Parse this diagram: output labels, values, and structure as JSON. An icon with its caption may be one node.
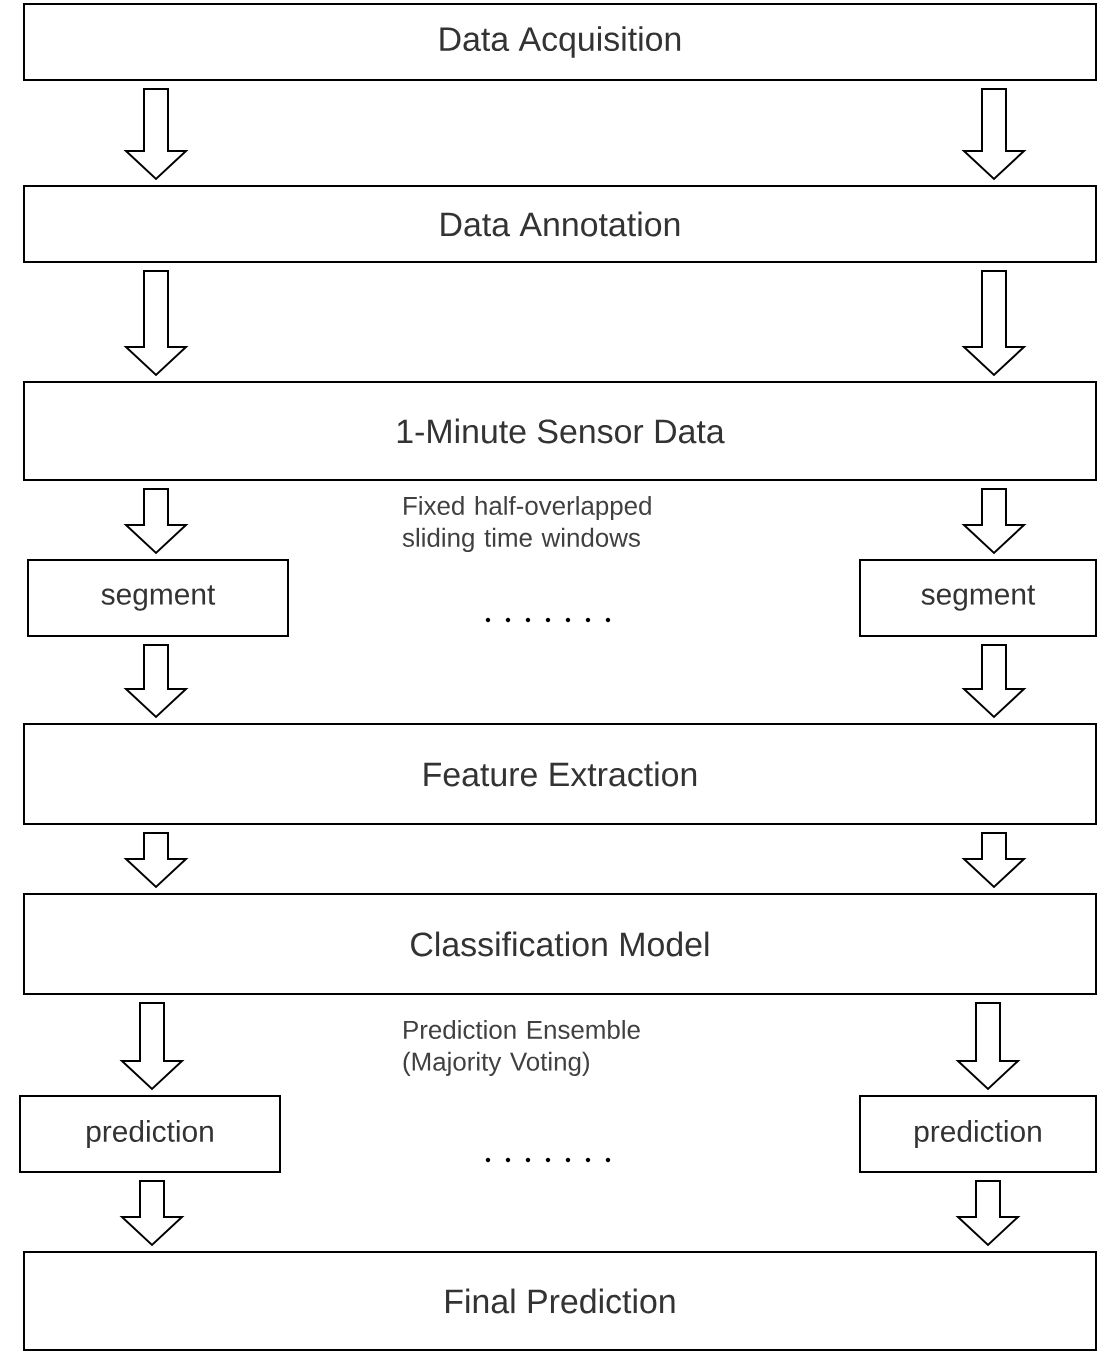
{
  "diagram": {
    "nodes": [
      {
        "text": [
          "Data Acquisition"
        ]
      },
      {
        "text": [
          "Data Annotation"
        ]
      },
      {
        "text": [
          "1-Minute Sensor Data"
        ]
      },
      {
        "text": [
          "segment"
        ]
      },
      {
        "text": [
          "segment"
        ]
      },
      {
        "text": [
          "Feature Extraction"
        ]
      },
      {
        "text": [
          "Classification Model"
        ]
      },
      {
        "text": [
          "prediction"
        ]
      },
      {
        "text": [
          "prediction"
        ]
      },
      {
        "text": [
          "Final Prediction"
        ]
      }
    ],
    "edges": [
      {
        "from": 0,
        "to": 1,
        "arrow": "to"
      },
      {
        "from": 0,
        "to": 1,
        "arrow": "to"
      },
      {
        "from": 1,
        "to": 2,
        "arrow": "to"
      },
      {
        "from": 1,
        "to": 2,
        "arrow": "to"
      },
      {
        "from": 2,
        "to": 3,
        "arrow": "to"
      },
      {
        "from": 2,
        "to": 4,
        "arrow": "to"
      },
      {
        "from": 3,
        "to": 5,
        "arrow": "to"
      },
      {
        "from": 4,
        "to": 5,
        "arrow": "to"
      },
      {
        "from": 5,
        "to": 6,
        "arrow": "to"
      },
      {
        "from": 5,
        "to": 6,
        "arrow": "to"
      },
      {
        "from": 6,
        "to": 7,
        "arrow": "to"
      },
      {
        "from": 6,
        "to": 8,
        "arrow": "to"
      },
      {
        "from": 7,
        "to": 9,
        "arrow": "to"
      },
      {
        "from": 8,
        "to": 9,
        "arrow": "to"
      }
    ],
    "labels": [
      "Fixed half-overlapped sliding time windows",
      "Prediction Ensemble (Majority Voting)"
    ]
  }
}
